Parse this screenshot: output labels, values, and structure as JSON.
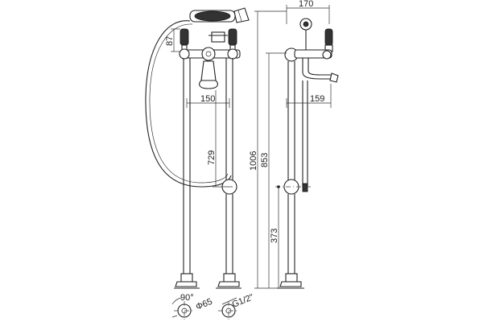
{
  "dimensions": {
    "top_width": "170",
    "handle_height": "87",
    "spacing": "150",
    "spout_reach": "159",
    "column_height": "729",
    "total_height": "1006",
    "outlet_height": "853",
    "hose_holder_height": "373",
    "angle": "90°",
    "diameter": "Φ65",
    "thread": "G1/2\""
  },
  "colors": {
    "line": "#222222",
    "background": "#ffffff"
  }
}
